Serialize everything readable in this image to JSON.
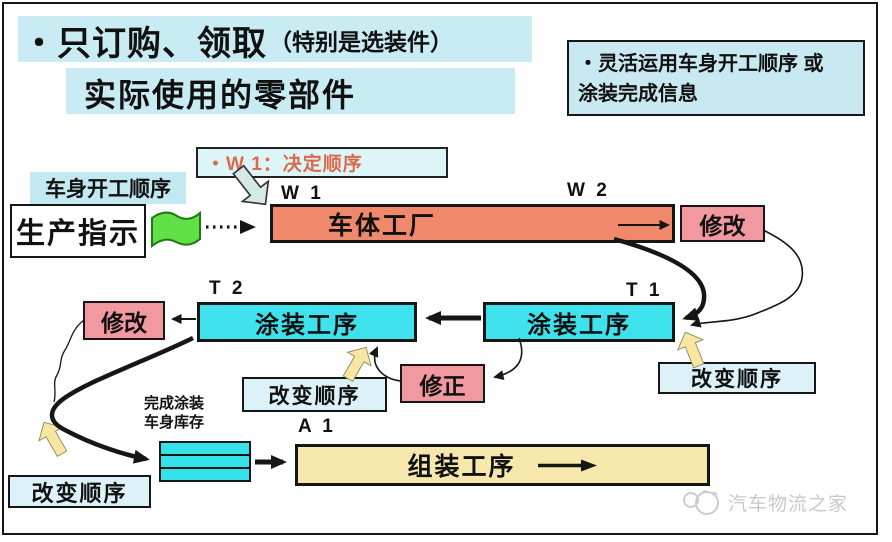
{
  "title": {
    "main": "・只订购、领取",
    "paren": "（特别是选装件）",
    "line2": "实际使用的零部件"
  },
  "note": {
    "line1": "・灵活运用车身开工顺序 或",
    "line2": "涂装完成信息"
  },
  "w1_note": {
    "text": "・W 1：决定顺序"
  },
  "labels": {
    "body_seq": "车身开工顺序",
    "w1": "W 1",
    "w2": "W 2",
    "t2": "T 2",
    "t1": "T 1",
    "a1": "A 1",
    "stock_line1": "完成涂装",
    "stock_line2": "车身库存"
  },
  "nodes": {
    "production": "生产指示",
    "factory": "车体工厂",
    "modify_top": "修改",
    "modify_left": "修改",
    "paint_t2": "涂装工序",
    "paint_t1": "涂装工序",
    "correction": "修正",
    "reorder_mid": "改变顺序",
    "reorder_right": "改变顺序",
    "reorder_left": "改变顺序",
    "assembly": "组装工序"
  },
  "watermark": {
    "text": "汽车物流之家"
  },
  "colors": {
    "title_highlight": "#c8ebf4",
    "note_bg": "#c9e9f2",
    "annotation_bg": "#def5f7",
    "annotation_text": "#d96b4c",
    "factory_salmon": "#f0886c",
    "modify_pink": "#f298a1",
    "paint_cyan": "#3ee2ec",
    "reorder_blue": "#dcf2f8",
    "assembly_yellow": "#f6e8ac",
    "flag_green": "#62e146",
    "block_arrow_yellow": "#f8e6a3",
    "block_arrow_cyan": "#d5e9e6",
    "line_black": "#161616",
    "watermark_gray": "#c9c9c9"
  }
}
